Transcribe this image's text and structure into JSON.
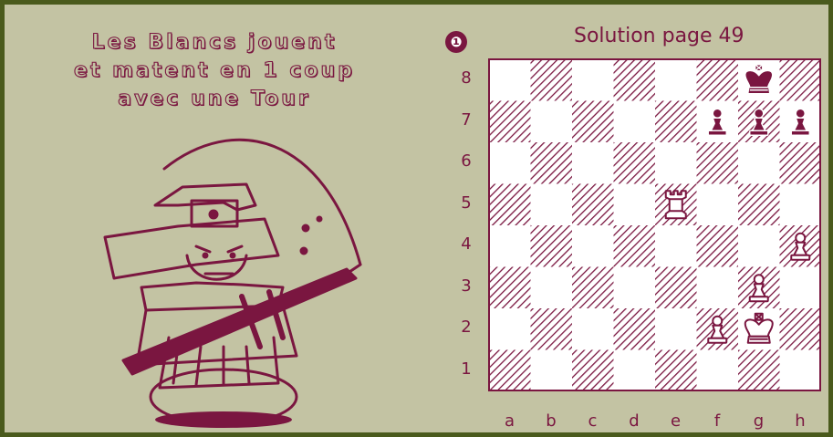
{
  "heading": {
    "line1": "Les Blancs jouent",
    "line2": "et matent en 1 coup",
    "line3": "avec une Tour"
  },
  "puzzle": {
    "number": "❶",
    "solution_ref": "Solution page 49"
  },
  "board": {
    "files": [
      "a",
      "b",
      "c",
      "d",
      "e",
      "f",
      "g",
      "h"
    ],
    "ranks": [
      "8",
      "7",
      "6",
      "5",
      "4",
      "3",
      "2",
      "1"
    ],
    "pieces": [
      {
        "square": "g8",
        "type": "king",
        "color": "black"
      },
      {
        "square": "f7",
        "type": "pawn",
        "color": "black"
      },
      {
        "square": "g7",
        "type": "pawn",
        "color": "black"
      },
      {
        "square": "h7",
        "type": "pawn",
        "color": "black"
      },
      {
        "square": "e5",
        "type": "rook",
        "color": "white"
      },
      {
        "square": "h4",
        "type": "pawn",
        "color": "white"
      },
      {
        "square": "g3",
        "type": "pawn",
        "color": "white"
      },
      {
        "square": "f2",
        "type": "pawn",
        "color": "white"
      },
      {
        "square": "g2",
        "type": "king",
        "color": "white"
      }
    ]
  },
  "colors": {
    "ink": "#7a1640",
    "background": "#c3c3a3",
    "border": "#4a5a1c"
  },
  "illustration": "samurai-chess-piece"
}
